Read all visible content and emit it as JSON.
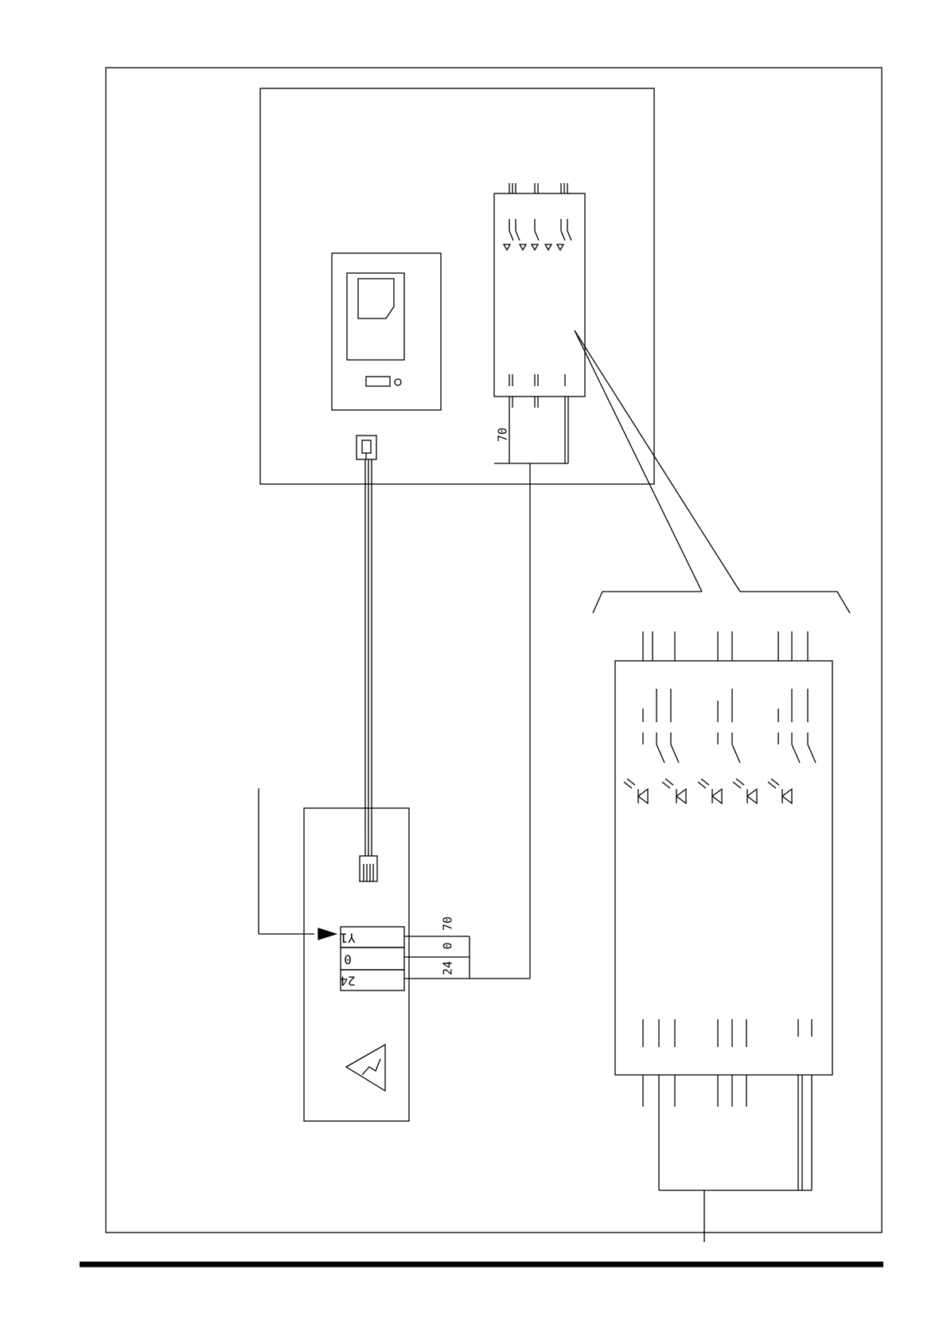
{
  "diagram": {
    "ink_color": "#000000",
    "background_color": "#ffffff",
    "terminal_block": {
      "terminals": [
        {
          "id": "y1",
          "label": "Y1"
        },
        {
          "id": "zero",
          "label": "0"
        },
        {
          "id": "twentyfour",
          "label": "24"
        }
      ],
      "wire_labels": [
        {
          "id": "w70",
          "text": "70"
        },
        {
          "id": "w24",
          "text": "24"
        },
        {
          "id": "w0",
          "text": "0"
        }
      ],
      "warning_icon": "warning-triangle-icon"
    },
    "panel": {
      "wire_label": "70",
      "module_icons": [
        "switch-icon",
        "led-icon"
      ]
    }
  }
}
